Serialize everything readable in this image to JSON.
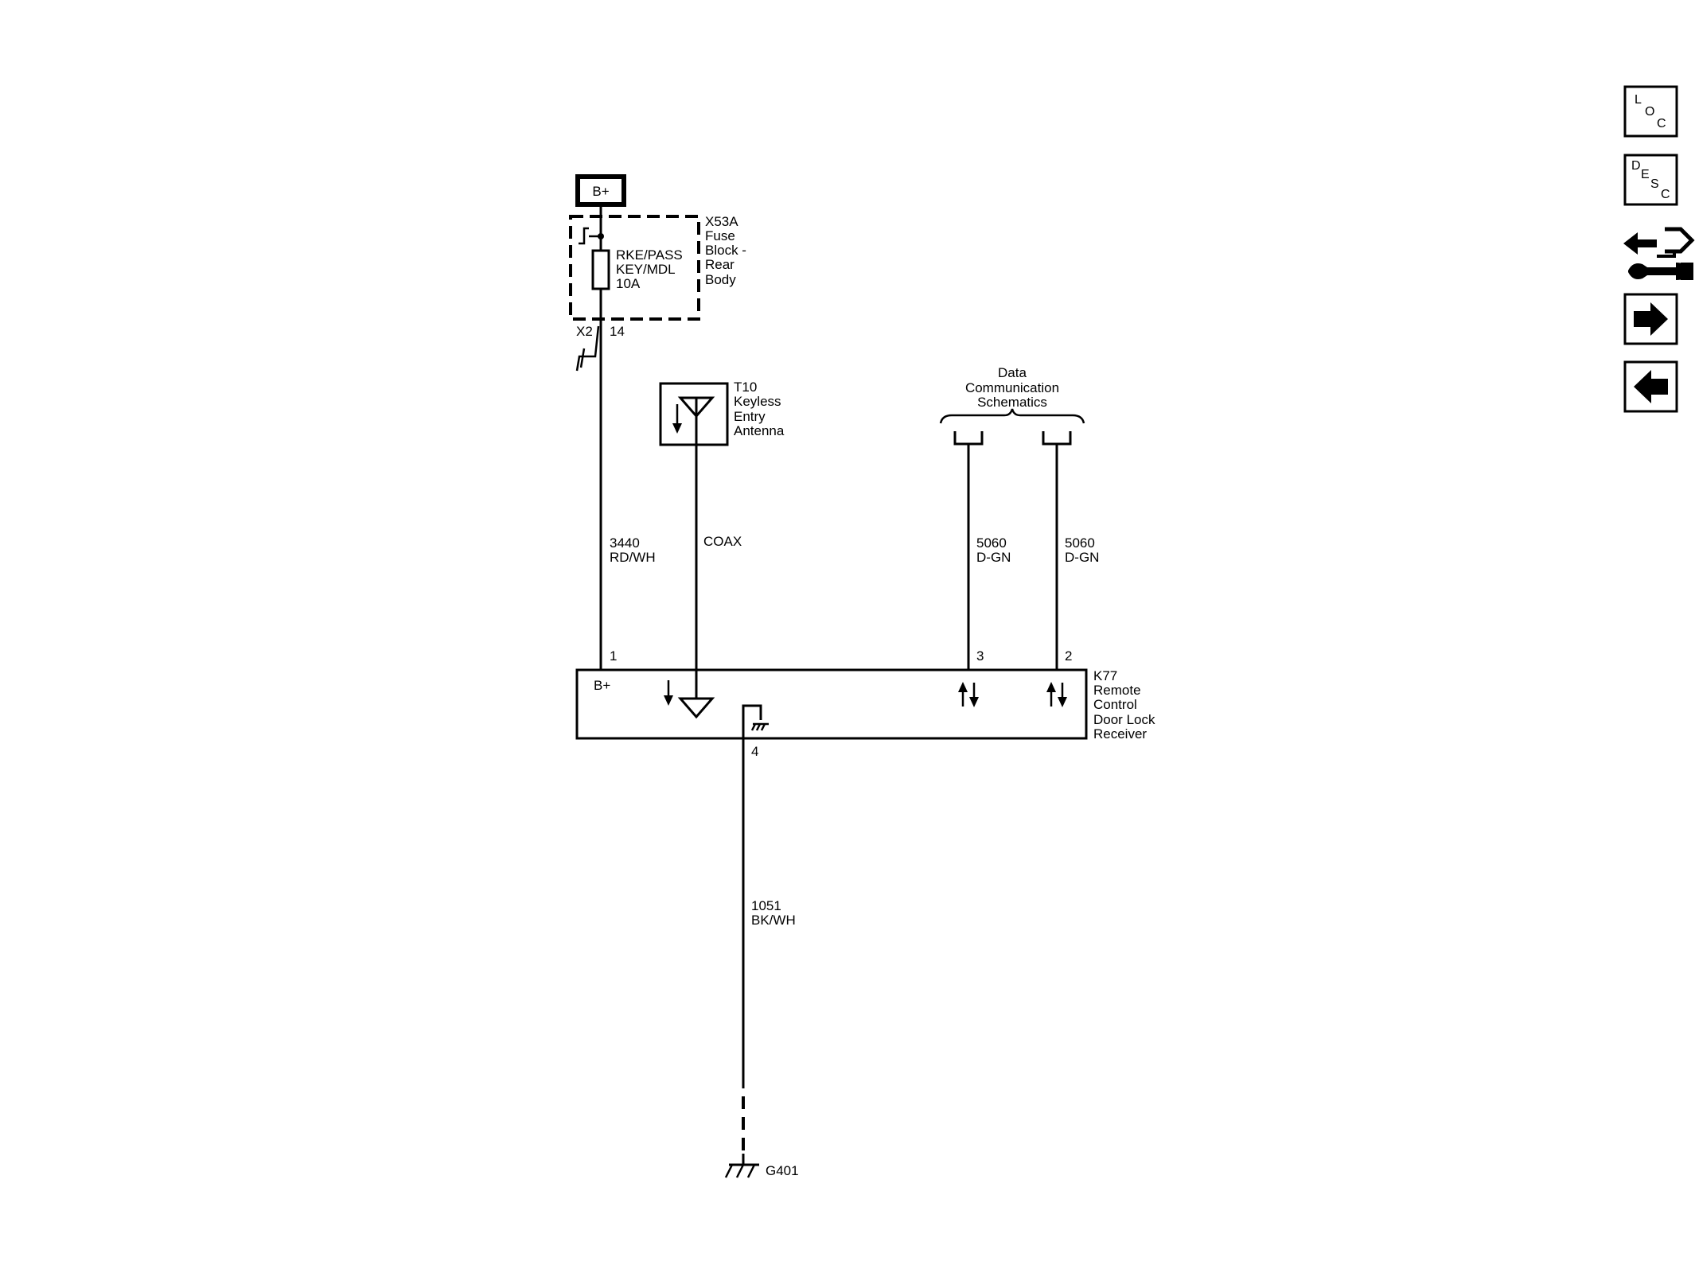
{
  "power": {
    "label": "B+"
  },
  "fuse_block": {
    "name_lines": [
      "X53A",
      "Fuse",
      "Block -",
      "Rear",
      "Body"
    ],
    "fuse_lines": [
      "RKE/PASS",
      "KEY/MDL",
      "10A"
    ],
    "connector": "X2",
    "pin": "14"
  },
  "antenna": {
    "name_lines": [
      "T10",
      "Keyless",
      "Entry",
      "Antenna"
    ]
  },
  "data_comm": {
    "lines": [
      "Data",
      "Communication",
      "Schematics"
    ]
  },
  "wires": {
    "power": {
      "circuit": "3440",
      "color": "RD/WH"
    },
    "antenna": {
      "label": "COAX"
    },
    "data1": {
      "circuit": "5060",
      "color": "D-GN"
    },
    "data2": {
      "circuit": "5060",
      "color": "D-GN"
    },
    "ground": {
      "circuit": "1051",
      "color": "BK/WH"
    }
  },
  "receiver": {
    "name_lines": [
      "K77",
      "Remote",
      "Control",
      "Door Lock",
      "Receiver"
    ],
    "bplus_label": "B+",
    "pins": {
      "power": "1",
      "data1": "3",
      "data2": "2",
      "ground": "4"
    }
  },
  "ground": {
    "label": "G401"
  },
  "nav": {
    "loc": [
      "L",
      "O",
      "C"
    ],
    "desc": [
      "D",
      "E",
      "S",
      "C"
    ]
  }
}
